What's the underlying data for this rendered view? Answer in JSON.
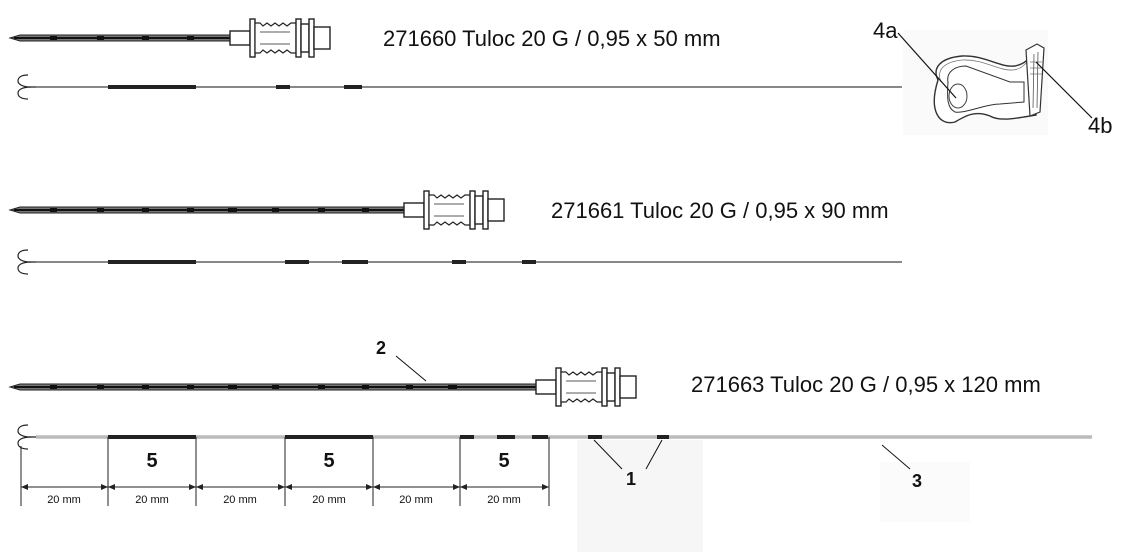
{
  "products": [
    {
      "label": "271660 Tuloc 20 G / 0,95 x 50 mm"
    },
    {
      "label": "271661 Tuloc 20 G / 0,95 x 90 mm"
    },
    {
      "label": "271663 Tuloc 20 G / 0,95 x 120 mm"
    }
  ],
  "callouts": {
    "needle": "2",
    "markings": "1",
    "catheter": "3",
    "clamp_a": "4a",
    "clamp_b": "4b"
  },
  "segments": {
    "labels": [
      "20 mm",
      "20 mm",
      "20 mm",
      "20 mm",
      "20 mm",
      "20 mm"
    ],
    "group_labels": [
      "5",
      "5",
      "5"
    ]
  }
}
